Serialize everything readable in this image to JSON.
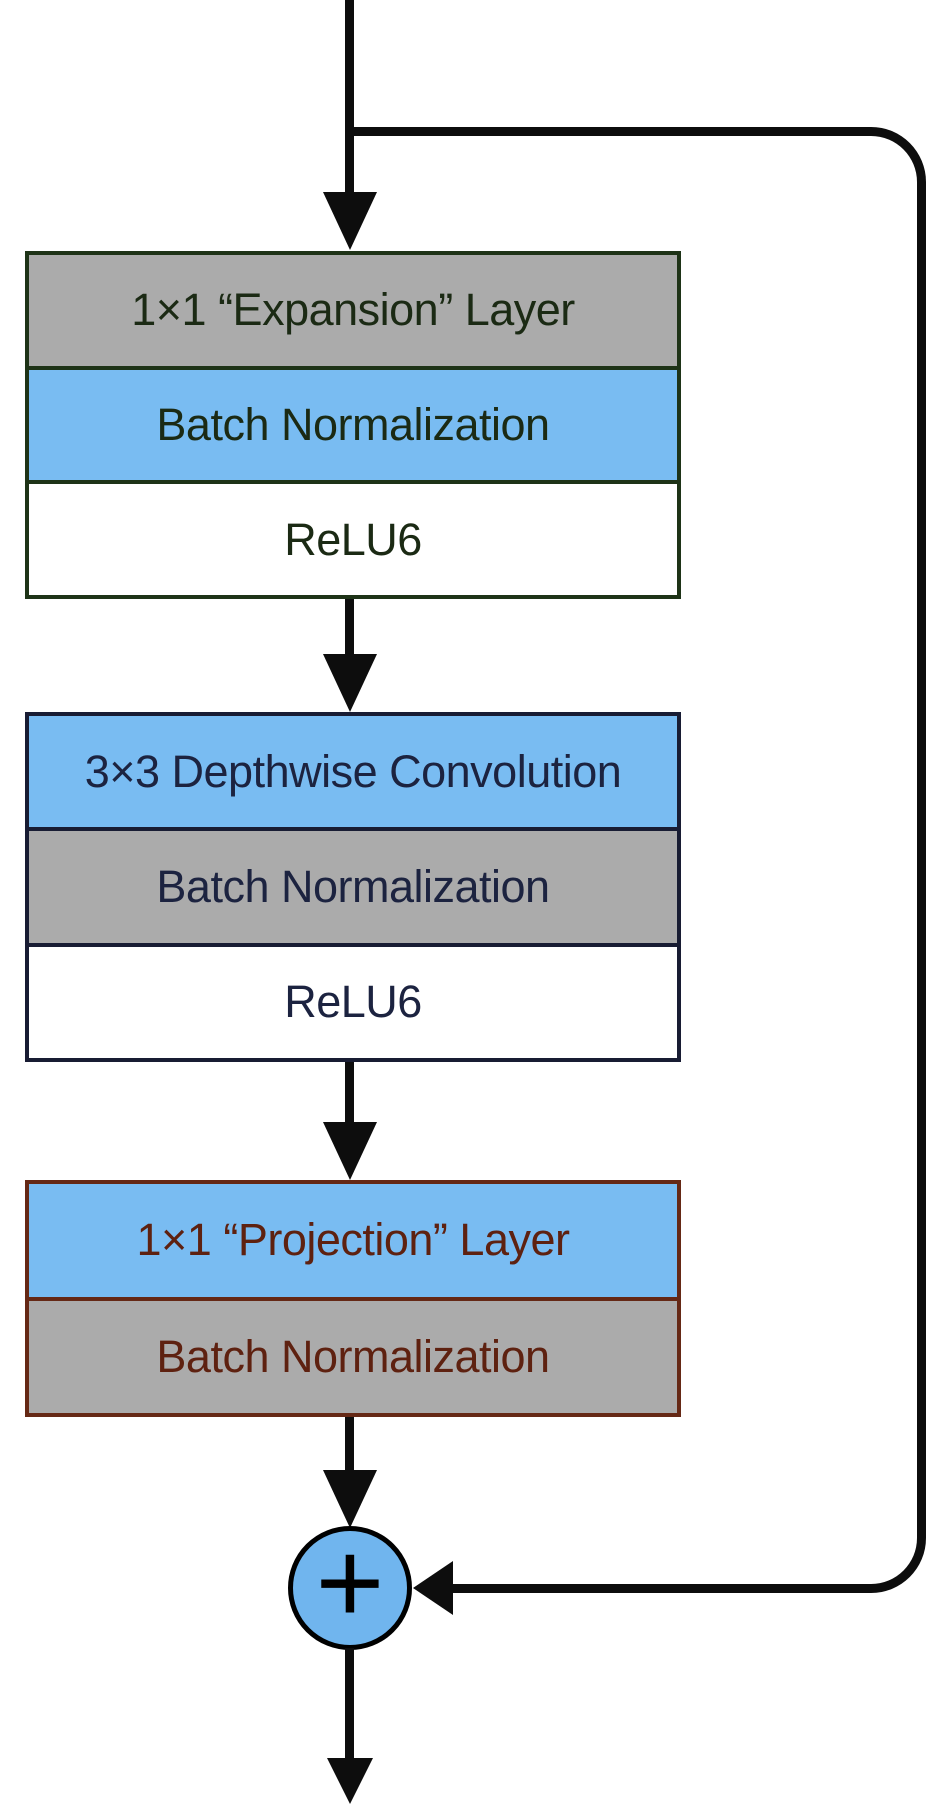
{
  "diagram": {
    "kind": "mobilenetv2-bottleneck-residual-block",
    "blocks": [
      {
        "name": "expansion-block",
        "border_color": "#1e3317",
        "text_color": "#1b2a14",
        "rows": [
          {
            "label": "1×1 “Expansion” Layer",
            "bg": "gray"
          },
          {
            "label": "Batch Normalization",
            "bg": "blue"
          },
          {
            "label": "ReLU6",
            "bg": "white"
          }
        ]
      },
      {
        "name": "depthwise-block",
        "border_color": "#181c33",
        "text_color": "#1c2340",
        "rows": [
          {
            "label": "3×3 Depthwise Convolution",
            "bg": "blue"
          },
          {
            "label": "Batch Normalization",
            "bg": "gray"
          },
          {
            "label": "ReLU6",
            "bg": "white"
          }
        ]
      },
      {
        "name": "projection-block",
        "border_color": "#652815",
        "text_color": "#5e2110",
        "rows": [
          {
            "label": "1×1 “Projection” Layer",
            "bg": "blue"
          },
          {
            "label": "Batch Normalization",
            "bg": "gray"
          }
        ]
      }
    ],
    "add_node": {
      "symbol": "+",
      "fill": "#70b5ee",
      "border": "#000000"
    },
    "colors": {
      "gray": "#ababab",
      "blue": "#79bcf2",
      "white": "#ffffff",
      "line": "#0d0d0d"
    }
  }
}
